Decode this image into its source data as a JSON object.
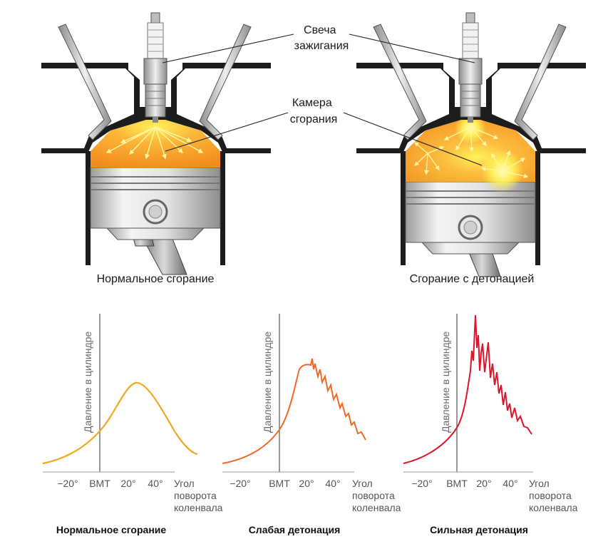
{
  "callouts": {
    "spark_plug": [
      "Свеча",
      "зажигания"
    ],
    "combustion_chamber": [
      "Камера",
      "сгорания"
    ]
  },
  "engine_captions": {
    "normal": "Нормальное сгорание",
    "knock": "Сгорание с детонацией"
  },
  "graphs": [
    {
      "title": "Нормальное сгорание",
      "ylabel": "Давление в цилиндре",
      "ticks": [
        "−20°",
        "ВМТ",
        "20°",
        "40°"
      ],
      "xlabel": [
        "Угол",
        "поворота",
        "коленвала"
      ],
      "color": "#f0a81e"
    },
    {
      "title": "Слабая детонация",
      "ylabel": "Давление в цилиндре",
      "ticks": [
        "−20°",
        "ВМТ",
        "20°",
        "40°"
      ],
      "xlabel": [
        "Угол",
        "поворота",
        "коленвала"
      ],
      "color": "#ec6a28"
    },
    {
      "title": "Сильная детонация",
      "ylabel": "Давление в цилиндре",
      "ticks": [
        "−20°",
        "ВМТ",
        "20°",
        "40°"
      ],
      "xlabel": [
        "Угол",
        "поворота",
        "коленвала"
      ],
      "color": "#e0142a"
    }
  ],
  "colors": {
    "flame": "#f7941d",
    "flame_core": "#fff04a",
    "metal": "#d6d6d6",
    "head": "#1c1c1c"
  }
}
